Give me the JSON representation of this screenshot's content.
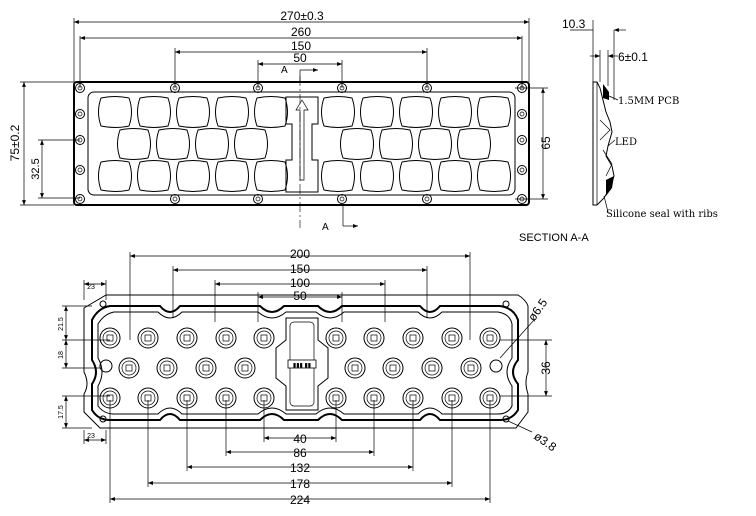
{
  "top_view": {
    "dims": {
      "overall_length": "270±0.3",
      "hole_pitch_260": "260",
      "hole_pitch_150": "150",
      "hole_pitch_50": "50",
      "overall_width": "75±0.2",
      "half_width": "32.5",
      "inner_width": "65"
    },
    "section_marker": "A"
  },
  "section_view": {
    "dims": {
      "thickness_total": "10.3",
      "thickness_pcb": "6±0.1"
    },
    "labels": {
      "pcb": "1.5MM PCB",
      "led": "LED",
      "seal": "Silicone seal with ribs"
    },
    "title": "SECTION A-A"
  },
  "bottom_view": {
    "dims": {
      "top_200": "200",
      "top_150": "150",
      "top_100": "100",
      "top_50": "50",
      "bottom_40": "40",
      "bottom_86": "86",
      "bottom_132": "132",
      "bottom_178": "178",
      "bottom_224": "224",
      "hole_dia_big": "ø6.5",
      "hole_dia_small": "ø3.8",
      "row_pitch": "36",
      "left_23_top": "23",
      "left_23_bottom": "23",
      "left_21_5": "21.5",
      "left_18": "18",
      "left_17_5": "17.5"
    },
    "connector_mark": "▮▮▮ ▮▮"
  }
}
